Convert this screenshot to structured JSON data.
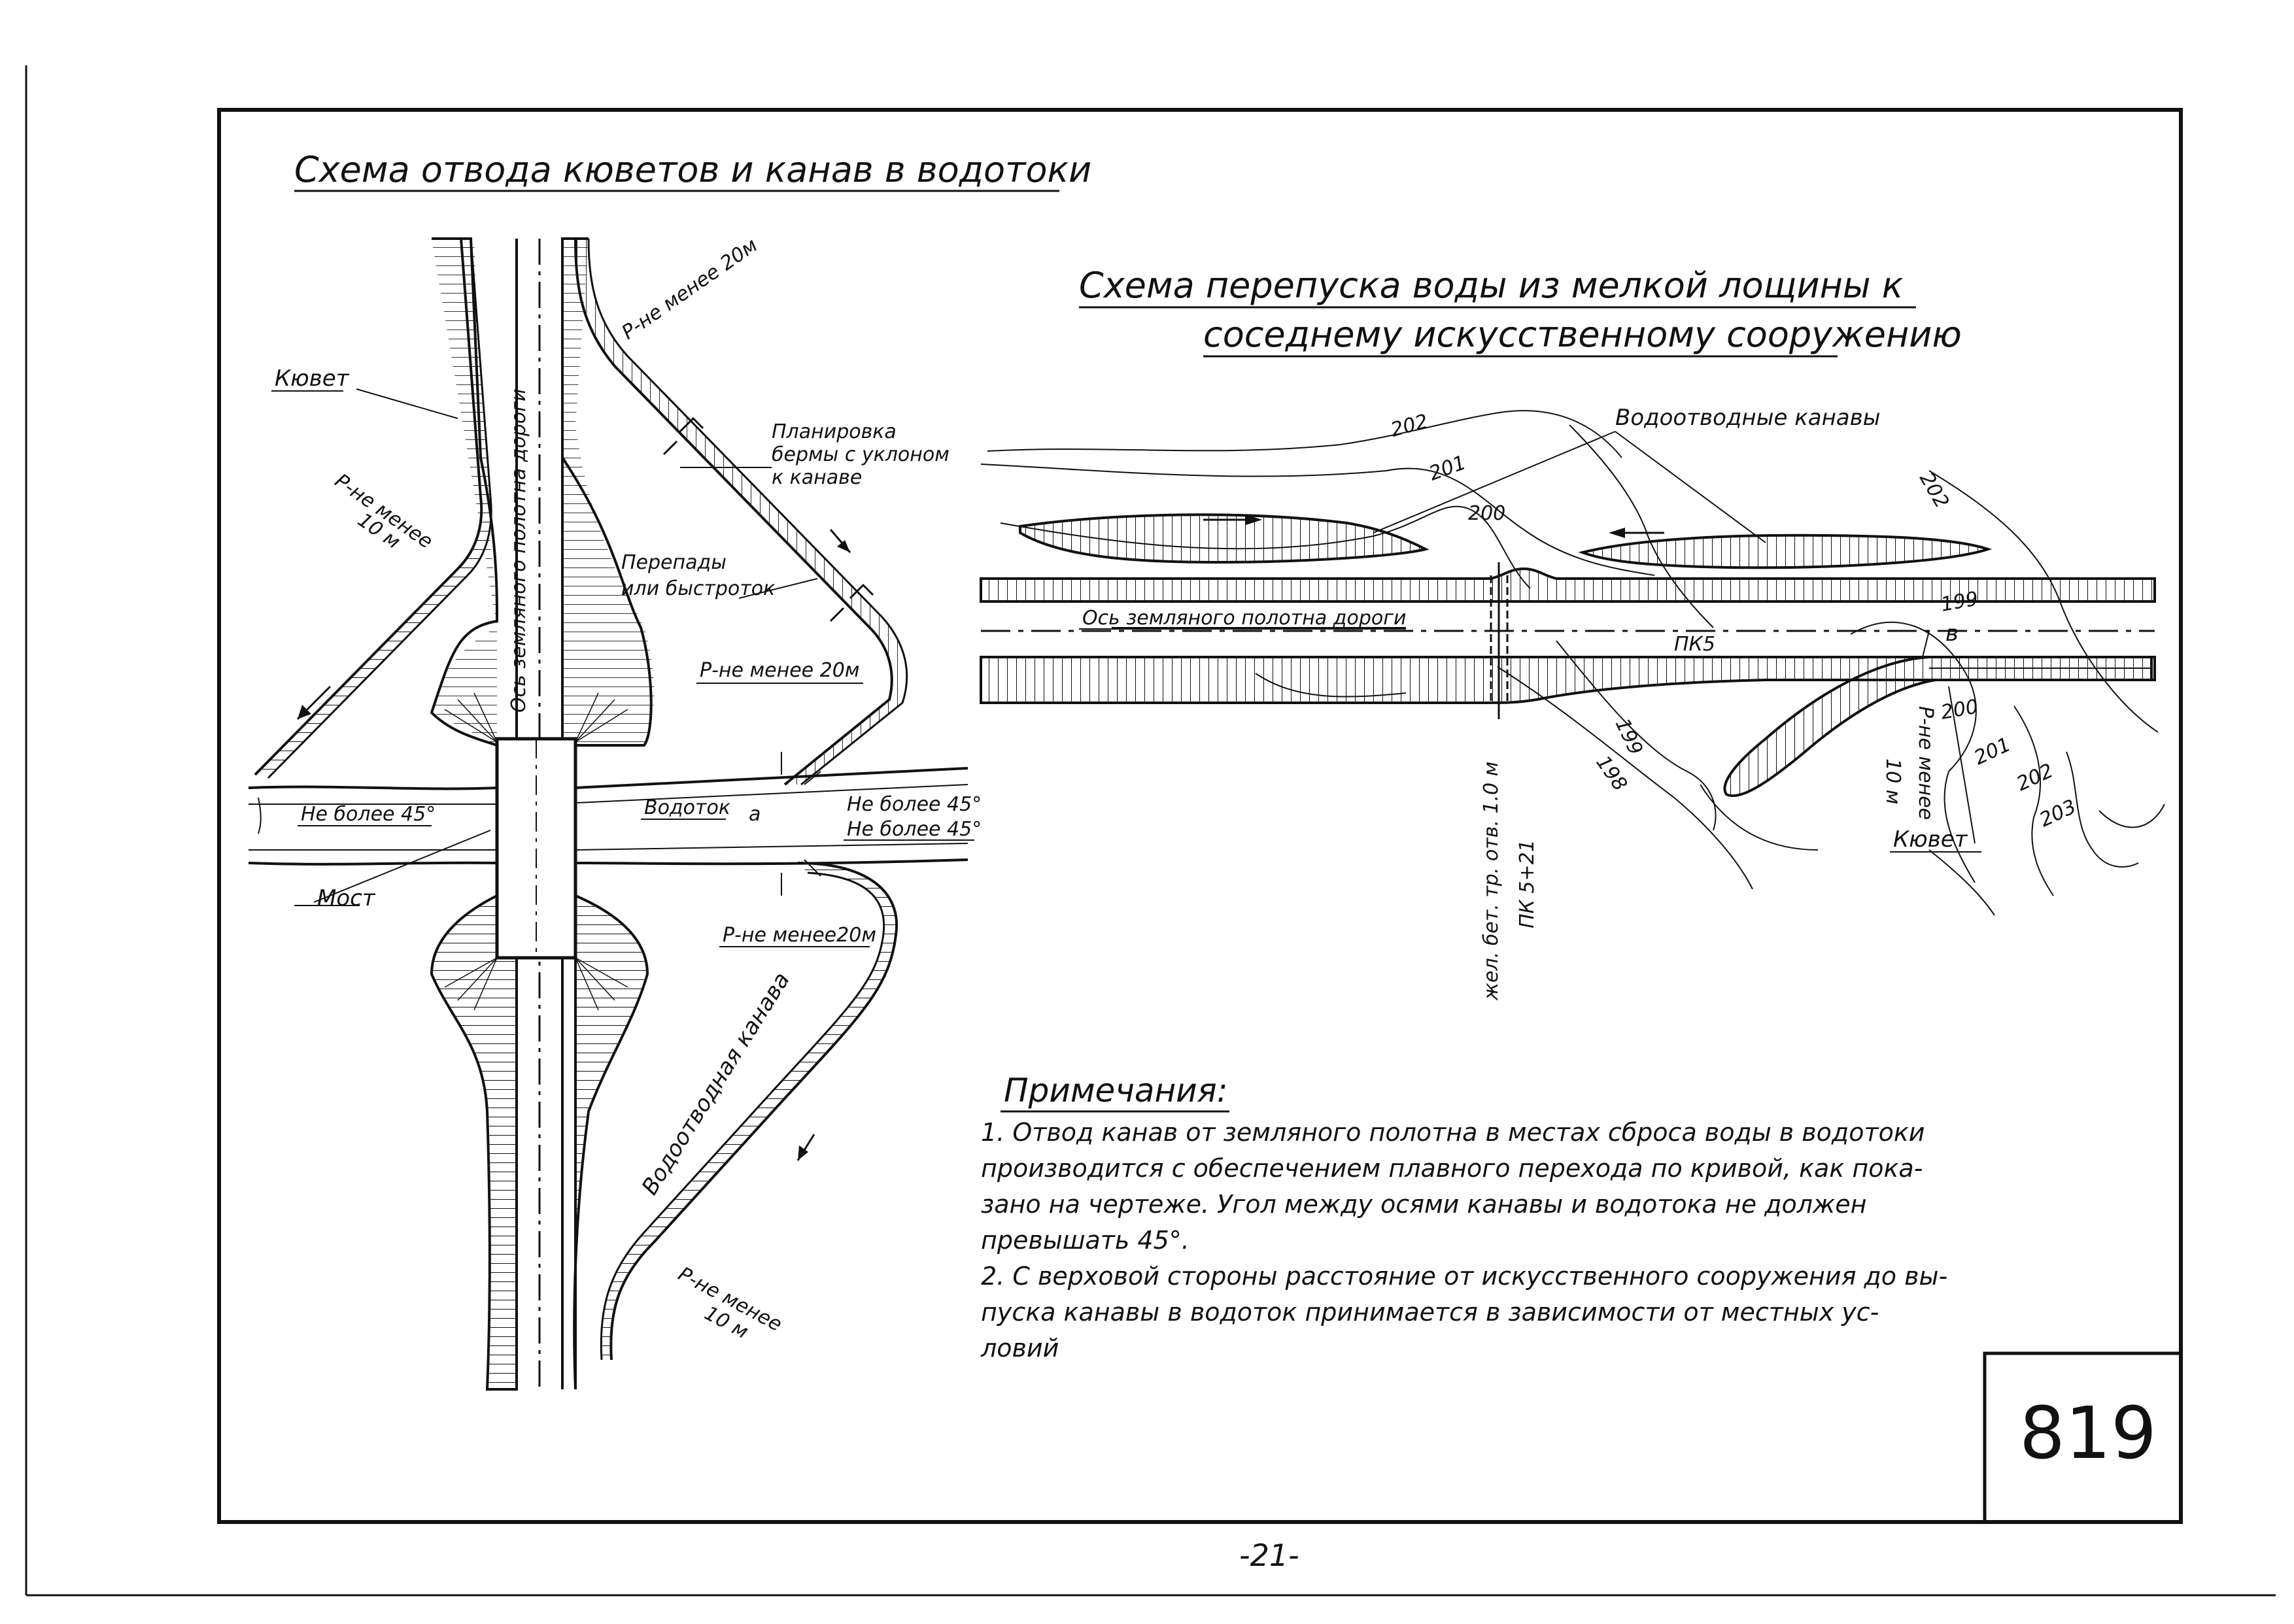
{
  "left_scheme": {
    "title": "Схема отвода кюветов и канав в водотоки",
    "labels": {
      "kyuvet": "Кювет",
      "radius_top_left_1": "Р-не менее",
      "radius_top_left_2": "10 м",
      "axis": "Ось земляного полотна дороги",
      "radius_top_right": "Р-не менее 20м",
      "planning_1": "Планировка",
      "planning_2": "бермы с уклоном",
      "planning_3": "к канаве",
      "drops_1": "Перепады",
      "drops_2": "или быстроток",
      "radius_mid_right": "Р-не менее 20м",
      "angle_left": "Не более 45°",
      "stream": "Водоток",
      "stream_letter": "а",
      "angle_right_1": "Не более 45°",
      "angle_right_2": "Не более 45°",
      "bridge": "Мост",
      "radius_lower_right": "Р-не менее20м",
      "drain_ditch": "Водоотводная канава",
      "radius_bottom_1": "Р-не менее",
      "radius_bottom_2": "10 м"
    }
  },
  "right_scheme": {
    "title_line1": "Схема перепуска воды из мелкой лощины к",
    "title_line2": "соседнему искусственному сооружению",
    "labels": {
      "drain_ditches": "Водоотводные канавы",
      "axis": "Ось земляного полотна дороги",
      "pk5": "ПК5",
      "letter_v": "в",
      "pipe_1": "жел. бет. тр. отв. 1.0 м",
      "pipe_2": "ПК 5+21",
      "radius_1": "Р-не менее",
      "radius_2": "10 м",
      "kyuvet": "Кювет"
    },
    "contours": [
      "202",
      "201",
      "200",
      "199",
      "198",
      "199",
      "200",
      "201",
      "202",
      "203",
      "202"
    ]
  },
  "notes": {
    "title": "Примечания:",
    "lines": [
      "1. Отвод канав от земляного полотна в местах сброса воды в водотоки",
      "производится с обеспечением плавного перехода по кривой, как пока-",
      "зано на чертеже. Угол между осями канавы и водотока не должен",
      "превышать 45°.",
      "2. С верховой стороны расстояние от искусственного сооружения до вы-",
      "пуска канавы в водоток принимается в зависимости от местных ус-",
      "ловий"
    ]
  },
  "stamp_number": "819",
  "page_number": "-21-"
}
